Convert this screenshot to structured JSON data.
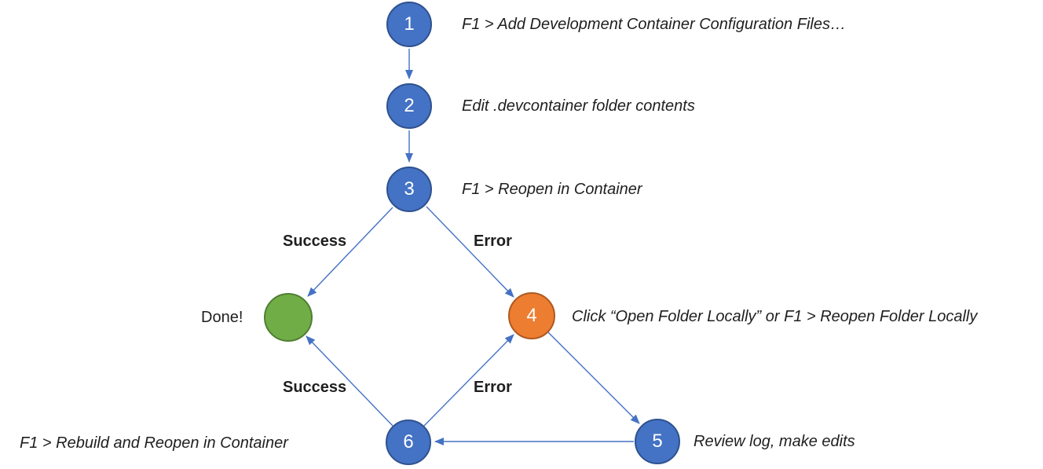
{
  "diagram": {
    "type": "flowchart",
    "description": "Dev container workflow flowchart",
    "colors": {
      "node_blue_fill": "#4472C4",
      "node_blue_border": "#2F528F",
      "node_orange_fill": "#ED7D31",
      "node_orange_border": "#AE5A21",
      "node_green_fill": "#70AD47",
      "node_green_border": "#507E32",
      "arrow": "#4472C4",
      "text": "#1f1f1f",
      "node_number_text": "#ffffff"
    },
    "nodes": [
      {
        "id": "step-1",
        "number": "1",
        "color": "blue",
        "label": "F1 > Add Development Container Configuration Files…"
      },
      {
        "id": "step-2",
        "number": "2",
        "color": "blue",
        "label": "Edit .devcontainer folder contents"
      },
      {
        "id": "step-3",
        "number": "3",
        "color": "blue",
        "label": "F1 > Reopen in Container"
      },
      {
        "id": "done",
        "number": "",
        "color": "green",
        "label": "Done!"
      },
      {
        "id": "step-4",
        "number": "4",
        "color": "orange",
        "label": "Click “Open Folder Locally” or F1 > Reopen Folder Locally"
      },
      {
        "id": "step-5",
        "number": "5",
        "color": "blue",
        "label": "Review log, make edits"
      },
      {
        "id": "step-6",
        "number": "6",
        "color": "blue",
        "label": "F1 > Rebuild and Reopen in Container"
      }
    ],
    "edge_labels": {
      "success_top": "Success",
      "error_top": "Error",
      "success_bottom": "Success",
      "error_bottom": "Error"
    },
    "edges": [
      {
        "from": "step-1",
        "to": "step-2",
        "label": ""
      },
      {
        "from": "step-2",
        "to": "step-3",
        "label": ""
      },
      {
        "from": "step-3",
        "to": "done",
        "label": "Success"
      },
      {
        "from": "step-3",
        "to": "step-4",
        "label": "Error"
      },
      {
        "from": "step-4",
        "to": "step-5",
        "label": ""
      },
      {
        "from": "step-5",
        "to": "step-6",
        "label": ""
      },
      {
        "from": "step-6",
        "to": "step-4",
        "label": "Error"
      },
      {
        "from": "step-6",
        "to": "done",
        "label": "Success"
      }
    ]
  }
}
